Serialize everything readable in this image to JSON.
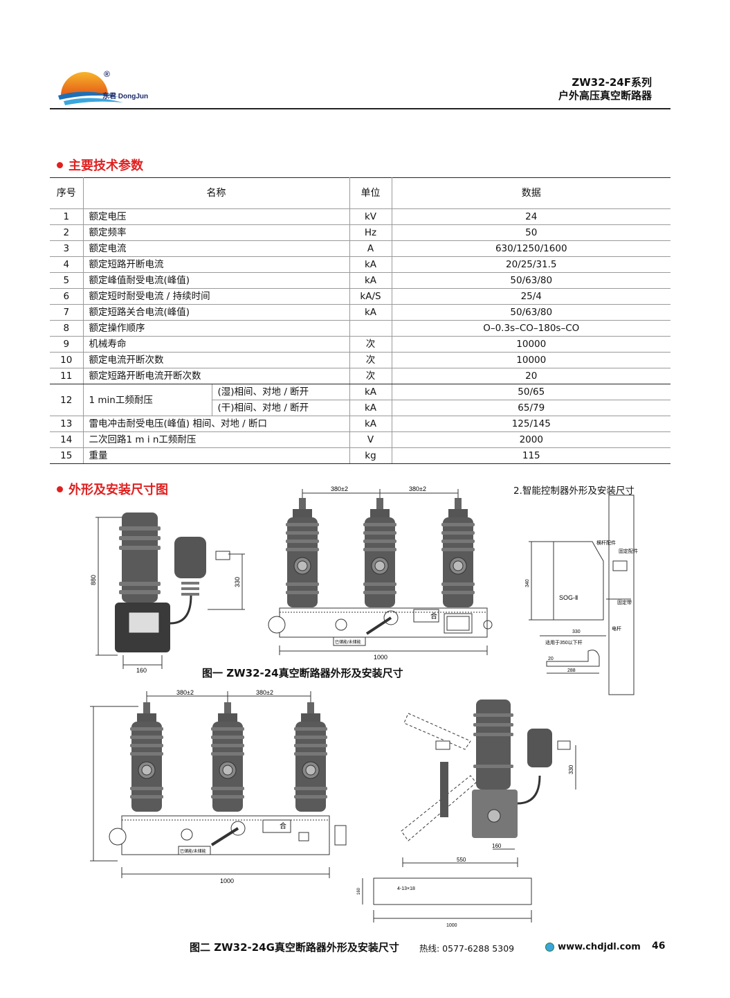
{
  "header": {
    "logo_registered": "®",
    "logo_text": "东君 DongJun",
    "series": "ZW32-24F系列",
    "product": "户外高压真空断路器"
  },
  "section1": {
    "title": "主要技术参数"
  },
  "table": {
    "headers": [
      "序号",
      "名称",
      "单位",
      "数据"
    ],
    "rows": [
      {
        "no": "1",
        "name": "额定电压",
        "unit": "kV",
        "value": "24"
      },
      {
        "no": "2",
        "name": "额定频率",
        "unit": "Hz",
        "value": "50"
      },
      {
        "no": "3",
        "name": "额定电流",
        "unit": "A",
        "value": "630/1250/1600"
      },
      {
        "no": "4",
        "name": "额定短路开断电流",
        "unit": "kA",
        "value": "20/25/31.5"
      },
      {
        "no": "5",
        "name": "额定峰值耐受电流(峰值)",
        "unit": "kA",
        "value": "50/63/80"
      },
      {
        "no": "6",
        "name": "额定短时耐受电流 / 持续时间",
        "unit": "kA/S",
        "value": "25/4"
      },
      {
        "no": "7",
        "name": "额定短路关合电流(峰值)",
        "unit": "kA",
        "value": "50/63/80"
      },
      {
        "no": "8",
        "name": "额定操作顺序",
        "unit": "",
        "value": "O–0.3s–CO–180s–CO"
      },
      {
        "no": "9",
        "name": "机械寿命",
        "unit": "次",
        "value": "10000"
      },
      {
        "no": "10",
        "name": "额定电流开断次数",
        "unit": "次",
        "value": "10000"
      },
      {
        "no": "11",
        "name": "额定短路开断电流开断次数",
        "unit": "次",
        "value": "20"
      }
    ],
    "row12": {
      "no": "12",
      "name": "1 min工频耐压",
      "sub1": "(湿)相间、对地 / 断开",
      "unit1": "kA",
      "value1": "50/65",
      "sub2": "(干)相间、对地 / 断开",
      "unit2": "kA",
      "value2": "65/79"
    },
    "row13": {
      "no": "13",
      "name": "雷电冲击耐受电压(峰值)  相间、对地 / 断口",
      "unit": "kA",
      "value": "125/145"
    },
    "row14": {
      "no": "14",
      "name": "二次回路1 m i n工频耐压",
      "unit": "V",
      "value": "2000"
    },
    "row15": {
      "no": "15",
      "name": "重量",
      "unit": "kg",
      "value": "115"
    }
  },
  "section2": {
    "title": "外形及安装尺寸图"
  },
  "controller": {
    "title": "2.智能控制器外形及安装尺寸",
    "box_label": "SOG-Ⅱ",
    "dim_height": "340",
    "dim_width": "330",
    "dim_small1": "20",
    "dim_small2": "288",
    "note": "适用于350以下杆",
    "label_hook": "横杆配件",
    "label_fix1": "固定配件",
    "label_fix2": "固定带",
    "label_pole": "电杆"
  },
  "fig1": {
    "side_h": "880",
    "side_arm": "330",
    "side_w": "160",
    "pitch1": "380±2",
    "pitch2": "380±2",
    "total": "1000",
    "switch_label": "合",
    "switch_sub": "已储能/未储能",
    "caption": "图一 ZW32-24真空断路器外形及安装尺寸"
  },
  "fig2": {
    "pitch1": "380±2",
    "pitch2": "380±2",
    "total": "1000",
    "side_arm": "330",
    "side_w": "160",
    "side_len": "550",
    "plan_h": "160",
    "plan_holes": "4-13×18",
    "plan_w": "1000",
    "switch_label": "合",
    "switch_sub": "已储能/未储能",
    "caption": "图二 ZW32-24G真空断路器外形及安装尺寸"
  },
  "footer": {
    "hotline": "热线: 0577-6288 5309",
    "website": "www.chdjdl.com",
    "page": "46"
  },
  "colors": {
    "accent": "#e02020",
    "logo_orange": "#f08a1c",
    "logo_blue": "#1d6fb8",
    "drawing": "#444444"
  }
}
